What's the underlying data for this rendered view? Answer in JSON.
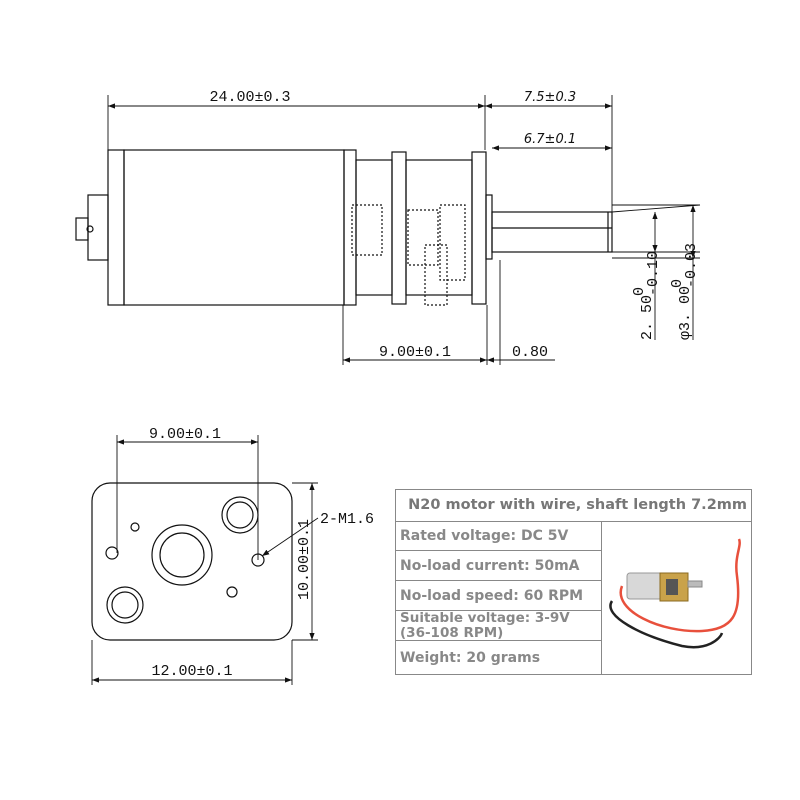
{
  "side_view": {
    "dim_total_length": "24.00±0.3",
    "dim_shaft_total": "7.5±0.3",
    "dim_shaft_length": "6.7±0.1",
    "dim_gearbox": "9.00±0.1",
    "dim_flange": "0.80",
    "dim_shaft_flat": "2. 50",
    "dim_shaft_flat_tol_upper": "0",
    "dim_shaft_flat_tol_lower": "-0.10",
    "dim_shaft_dia": "φ3. 00",
    "dim_shaft_dia_tol_upper": "0",
    "dim_shaft_dia_tol_lower": "-0.03"
  },
  "front_view": {
    "dim_hole_spacing": "9.00±0.1",
    "dim_width": "12.00±0.1",
    "dim_height": "10.00±0.1",
    "thread_label": "2-M1.6"
  },
  "spec_table": {
    "title": "N20 motor with wire, shaft length 7.2mm",
    "rows": [
      "Rated voltage: DC 5V",
      "No-load current: 50mA",
      "No-load speed: 60 RPM",
      "Suitable voltage: 3-9V",
      "(36-108 RPM)",
      "Weight: 20 grams"
    ],
    "colors": {
      "text": "#888888",
      "wire_red": "#e8503c",
      "wire_black": "#222222",
      "gear_brass": "#c9a24a"
    }
  }
}
